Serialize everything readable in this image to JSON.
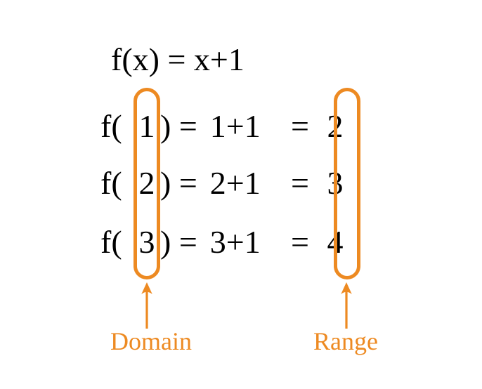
{
  "diagram": {
    "title_expression": "f(x) = x+1",
    "accent_color": "#ED8A22",
    "text_color": "#000000",
    "background_color": "#FFFFFF",
    "rows": [
      {
        "f_open": "f(",
        "argument": "1",
        "f_close": ") =",
        "expression": "1+1",
        "equals": "=",
        "result": "2"
      },
      {
        "f_open": "f(",
        "argument": "2",
        "f_close": ") =",
        "expression": "2+1",
        "equals": "=",
        "result": "3"
      },
      {
        "f_open": "f(",
        "argument": "3",
        "f_close": ") =",
        "expression": "3+1",
        "equals": "=",
        "result": "4"
      }
    ],
    "annotations": {
      "domain_label": "Domain",
      "range_label": "Range",
      "domain_values": [
        "1",
        "2",
        "3"
      ],
      "range_values": [
        "2",
        "3",
        "4"
      ]
    },
    "icons": {
      "domain_arrow": "arrow-up-icon",
      "range_arrow": "arrow-up-icon",
      "domain_highlight": "rounded-rect-highlight",
      "range_highlight": "rounded-rect-highlight"
    }
  }
}
